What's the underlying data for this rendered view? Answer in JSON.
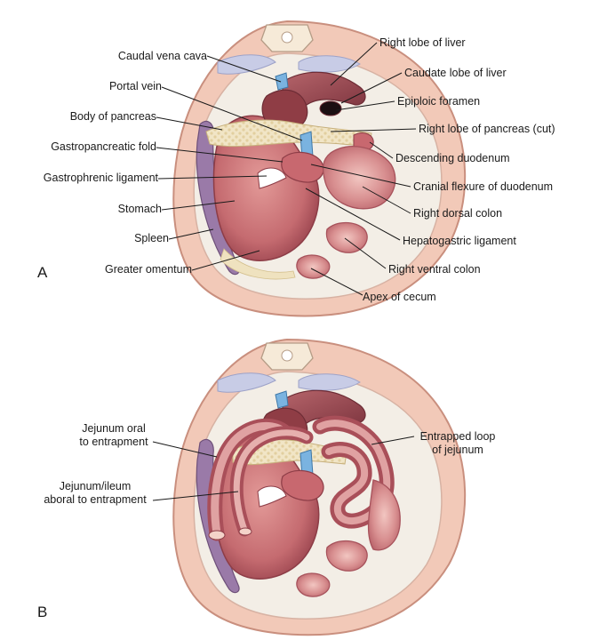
{
  "panel_a": {
    "letter": "A",
    "labels": {
      "caudal_vena_cava": "Caudal vena cava",
      "portal_vein": "Portal vein",
      "body_of_pancreas": "Body of pancreas",
      "gastropancreatic_fold": "Gastropancreatic fold",
      "gastrophrenic_ligament": "Gastrophrenic ligament",
      "stomach": "Stomach",
      "spleen": "Spleen",
      "greater_omentum": "Greater omentum",
      "right_lobe_of_liver": "Right lobe of liver",
      "caudate_lobe_of_liver": "Caudate lobe of liver",
      "epiploic_foramen": "Epiploic foramen",
      "right_lobe_of_pancreas_cut": "Right lobe of pancreas (cut)",
      "descending_duodenum": "Descending duodenum",
      "cranial_flexure_of_duodenum": "Cranial flexure of duodenum",
      "right_dorsal_colon": "Right dorsal colon",
      "hepatogastric_ligament": "Hepatogastric ligament",
      "right_ventral_colon": "Right ventral colon",
      "apex_of_cecum": "Apex of cecum"
    }
  },
  "panel_b": {
    "letter": "B",
    "labels": {
      "jejunum_oral_line1": "Jejunum oral",
      "jejunum_oral_line2": "to entrapment",
      "jejunum_ileum_line1": "Jejunum/ileum",
      "jejunum_ileum_line2": "aboral to entrapment",
      "entrapped_loop_line1": "Entrapped loop",
      "entrapped_loop_line2": "of jejunum"
    }
  },
  "colors": {
    "body_wall": "#f2c9b8",
    "body_wall_stroke": "#c98f7e",
    "cavity": "#f3eee6",
    "kidney_blue": "#c8cce6",
    "organ_red": "#c46a6f",
    "organ_dark": "#8f3d45",
    "liver": "#9a4a4f",
    "pancreas": "#efe2bf",
    "vessel_blue": "#7ab3e0",
    "spleen": "#9a7aa8",
    "leader": "#1a1a1a"
  }
}
